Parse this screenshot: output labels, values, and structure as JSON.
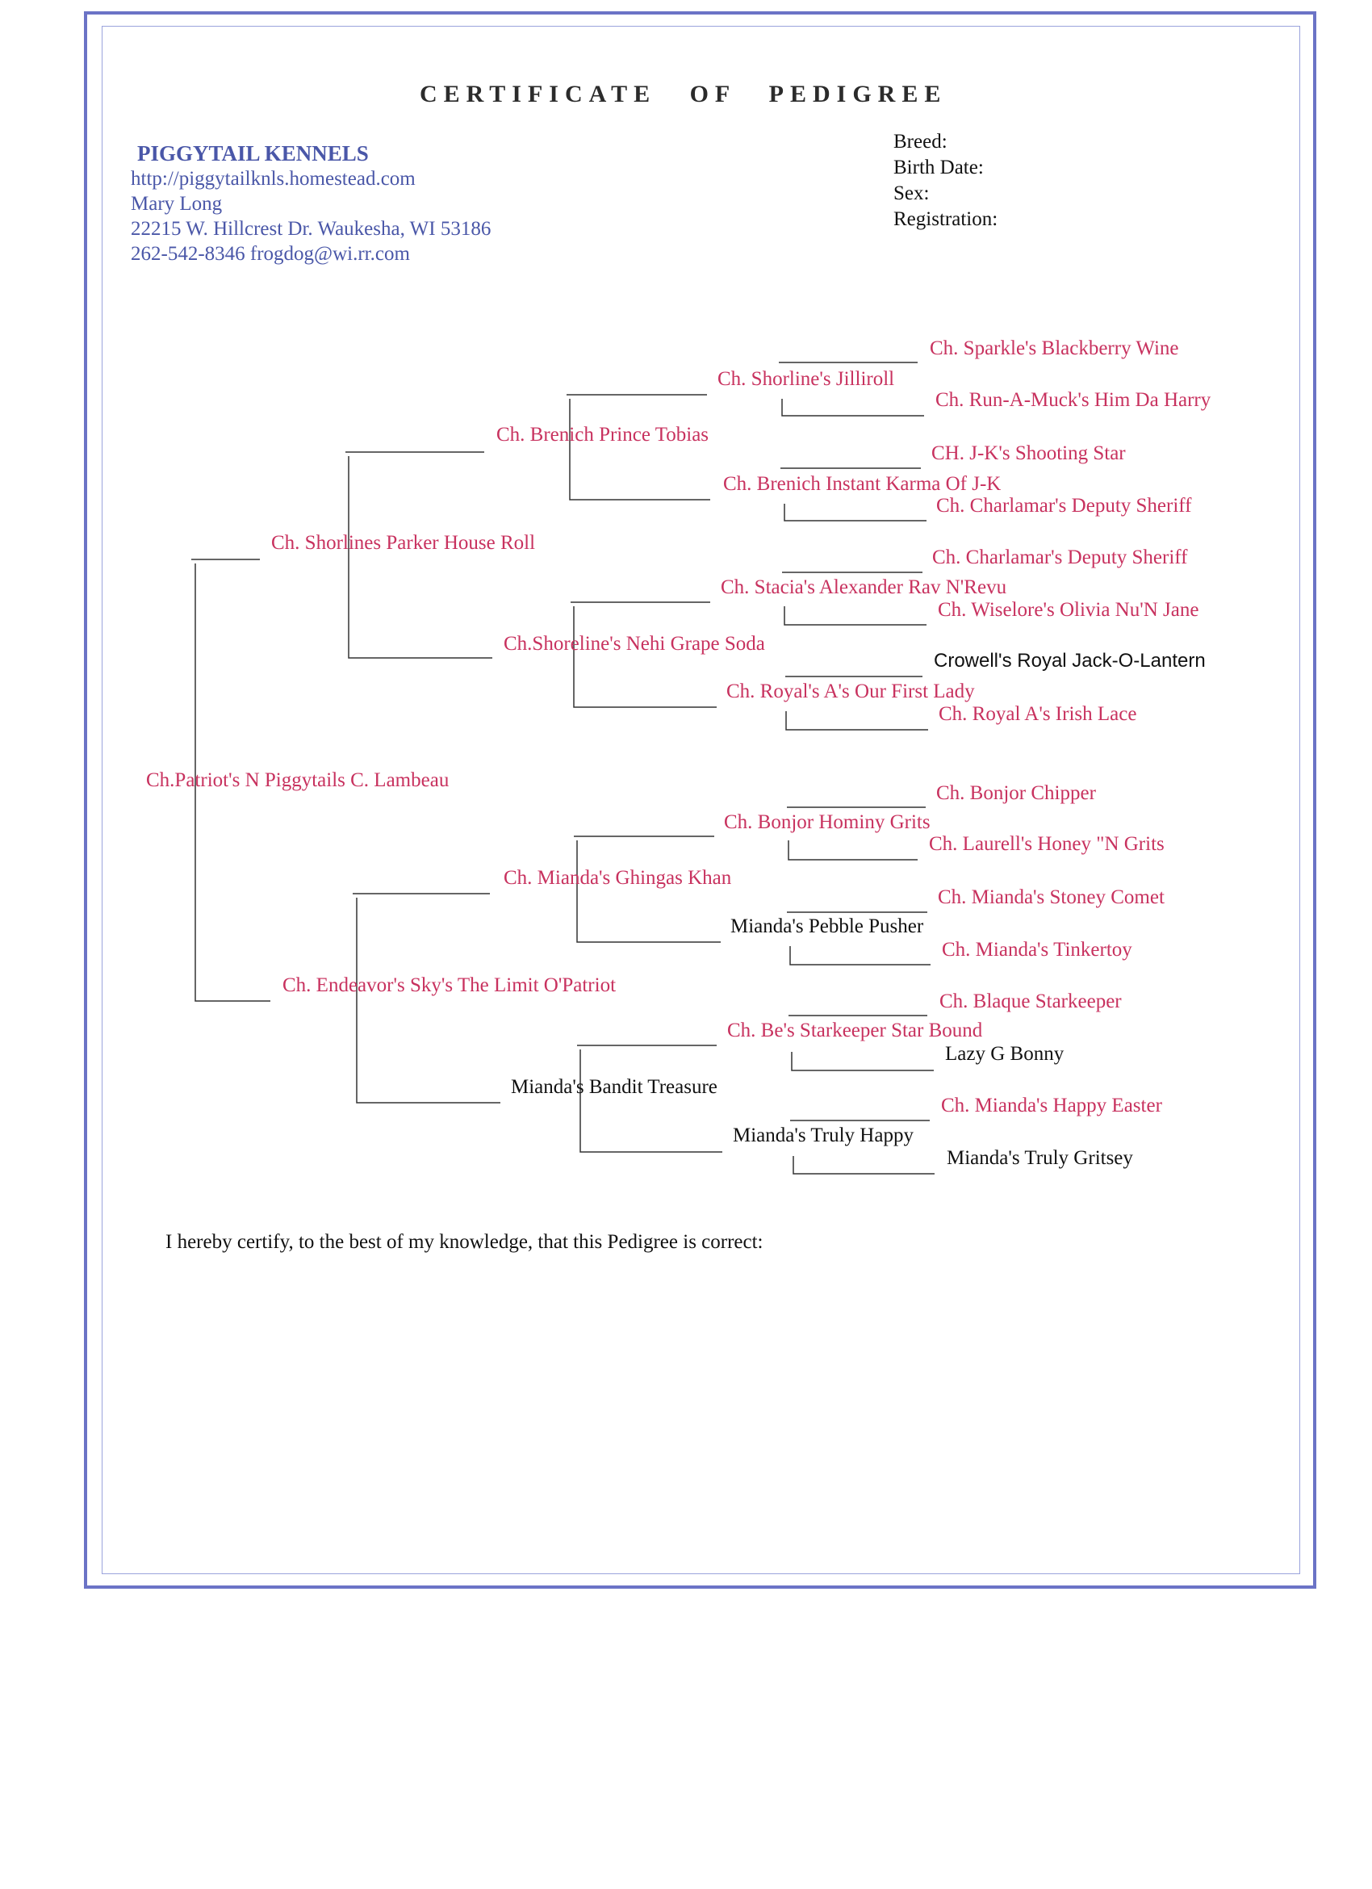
{
  "title": "CERTIFICATE   OF   PEDIGREE",
  "kennel": {
    "name": "PIGGYTAIL KENNELS",
    "website": "http://piggytailknls.homestead.com",
    "owner": "Mary Long",
    "address": "22215 W. Hillcrest Dr. Waukesha, WI 53186",
    "contact": "262-542-8346 frogdog@wi.rr.com"
  },
  "info": {
    "breed": "Breed:",
    "birth_date": "Birth Date:",
    "sex": "Sex:",
    "registration": "Registration:"
  },
  "pedigree": {
    "dog": "Ch.Patriot's N Piggytails C. Lambeau",
    "sire": "Ch. Shorlines Parker House Roll",
    "dam": "Ch. Endeavor's Sky's The Limit O'Patriot",
    "sire_sire": "Ch. Brenich Prince Tobias",
    "sire_dam": "Ch.Shoreline's Nehi Grape Soda",
    "dam_sire": "Ch. Mianda's Ghingas Khan",
    "dam_dam": "Mianda's Bandit Treasure",
    "gen3": [
      "Ch. Shorline's Jilliroll",
      "Ch. Brenich Instant Karma Of J-K",
      "Ch. Stacia's Alexander Rav N'Revu",
      "Ch. Royal's A's Our First Lady",
      "Ch. Bonjor Hominy Grits",
      "Mianda's Pebble Pusher",
      "Ch. Be's Starkeeper Star Bound",
      "Mianda's Truly Happy"
    ],
    "gen4": [
      "Ch. Sparkle's Blackberry Wine",
      "Ch. Run-A-Muck's Him Da Harry",
      "CH. J-K's Shooting Star",
      "Ch. Charlamar's Deputy Sheriff",
      "Ch. Charlamar's Deputy Sheriff",
      "Ch. Wiselore's Olivia Nu'N Jane",
      "Crowell's Royal Jack-O-Lantern",
      "Ch. Royal A's Irish Lace",
      "Ch. Bonjor Chipper",
      "Ch. Laurell's Honey \"N Grits",
      "Ch. Mianda's Stoney Comet",
      "Ch. Mianda's Tinkertoy",
      "Ch. Blaque Starkeeper",
      "Lazy G Bonny",
      "Ch. Mianda's Happy Easter",
      "Mianda's Truly Gritsey"
    ]
  },
  "certify_text": "I hereby certify, to the best of my knowledge, that this Pedigree is correct:",
  "colors": {
    "champion_text": "#c8325f",
    "header_blue": "#4a57a8",
    "border": "#6b73c6"
  }
}
